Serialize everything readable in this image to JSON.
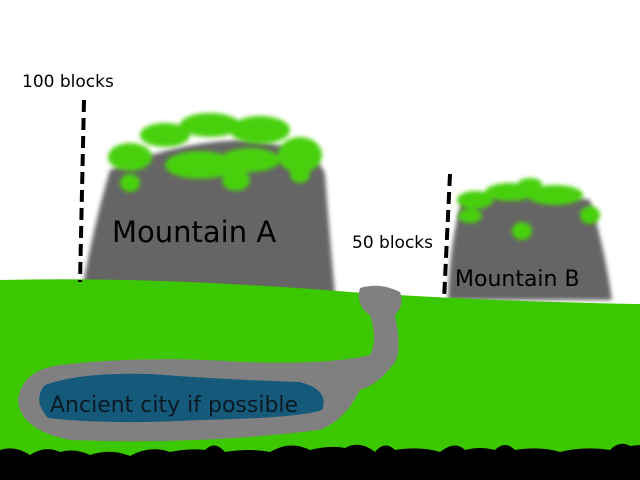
{
  "labels": {
    "height_a": "100 blocks",
    "height_b": "50 blocks",
    "mountain_a": "Mountain A",
    "mountain_b": "Mountain B",
    "city": "Ancient city if possible"
  },
  "colors": {
    "sky": "#ffffff",
    "grass": "#3cc800",
    "mountain": "#656565",
    "foliage": "#48d010",
    "tunnel": "#808080",
    "city": "#155a7a",
    "bedrock": "#000000"
  }
}
